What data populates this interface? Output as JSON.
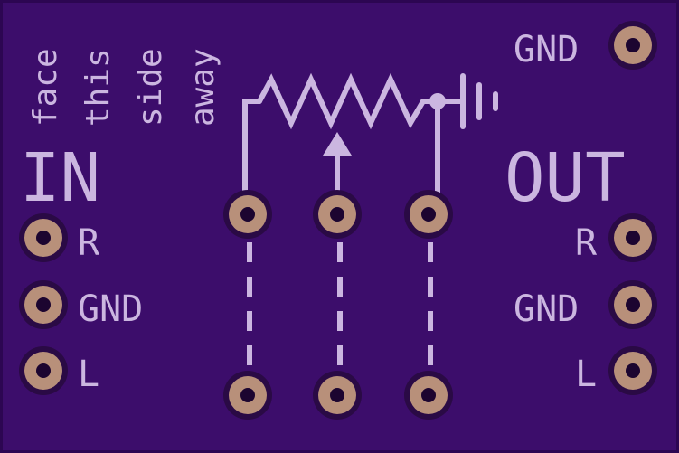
{
  "colors": {
    "board": "#3c0d6b",
    "edge": "#2c0652",
    "silkscreen": "#cbb6e0",
    "pad_copper": "#b8907a",
    "pad_ring": "#2a0a45",
    "pad_hole": "#1c0530"
  },
  "labels": {
    "note_lines": [
      "face",
      "this",
      "side",
      "away"
    ],
    "in_title": "IN",
    "out_title": "OUT",
    "in_r": "R",
    "in_gnd": "GND",
    "in_l": "L",
    "out_gnd_top": "GND",
    "out_r": "R",
    "out_gnd": "GND",
    "out_l": "L"
  },
  "symbols": {
    "potentiometer": "potentiometer-symbol",
    "ground": "ground-symbol"
  }
}
